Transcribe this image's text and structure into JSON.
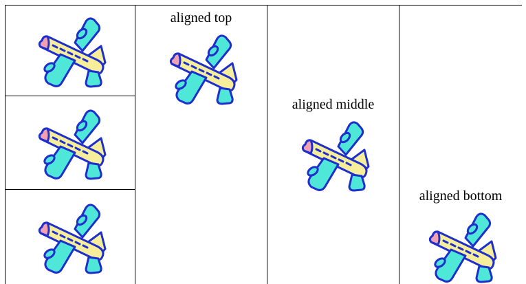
{
  "table": {
    "stacked_cells": [
      {
        "icon": "airplane-icon"
      },
      {
        "icon": "airplane-icon"
      },
      {
        "icon": "airplane-icon"
      }
    ],
    "aligned_cells": [
      {
        "label": "aligned top",
        "icon": "airplane-icon"
      },
      {
        "label": "aligned middle",
        "icon": "airplane-icon"
      },
      {
        "label": "aligned bottom",
        "icon": "airplane-icon"
      }
    ]
  },
  "colors": {
    "border": "#000000",
    "plane_body": "#f7ee9c",
    "plane_wing": "#4fe7d7",
    "plane_outline": "#1f2fcb",
    "plane_nose": "#f2a1b3"
  }
}
